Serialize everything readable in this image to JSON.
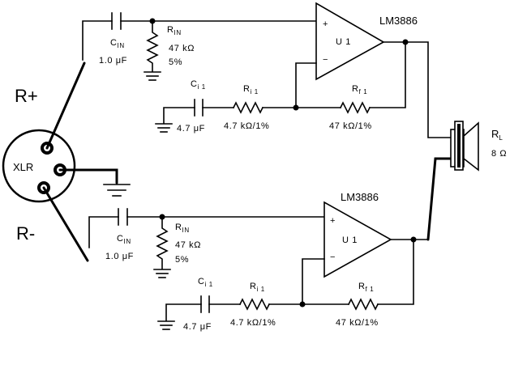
{
  "connector": {
    "plus_label": "R+",
    "minus_label": "R-",
    "xlr_label": "XLR"
  },
  "speaker": {
    "ref": "R",
    "ref_sub": "L",
    "value": "8 Ω"
  },
  "top_amp": {
    "chip": "LM3886",
    "unit": "U 1",
    "plus_sign": "+",
    "minus_sign": "−",
    "cin_ref": "C",
    "cin_sub": "IN",
    "cin_value": "1.0 μF",
    "rin_ref": "R",
    "rin_sub": "IN",
    "rin_value": "47 kΩ",
    "rin_tol": "5%",
    "ci_ref": "C",
    "ci_sub": "i 1",
    "ci_value": "4.7 μF",
    "ri_ref": "R",
    "ri_sub": "i 1",
    "ri_value": "4.7 kΩ/1%",
    "rf_ref": "R",
    "rf_sub": "f 1",
    "rf_value": "47 kΩ/1%"
  },
  "bottom_amp": {
    "chip": "LM3886",
    "unit": "U 1",
    "plus_sign": "+",
    "minus_sign": "−",
    "cin_ref": "C",
    "cin_sub": "IN",
    "cin_value": "1.0 μF",
    "rin_ref": "R",
    "rin_sub": "IN",
    "rin_value": "47 kΩ",
    "rin_tol": "5%",
    "ci_ref": "C",
    "ci_sub": "i 1",
    "ci_value": "4.7 μF",
    "ri_ref": "R",
    "ri_sub": "i 1",
    "ri_value": "4.7 kΩ/1%",
    "rf_ref": "R",
    "rf_sub": "f 1",
    "rf_value": "47 kΩ/1%"
  }
}
